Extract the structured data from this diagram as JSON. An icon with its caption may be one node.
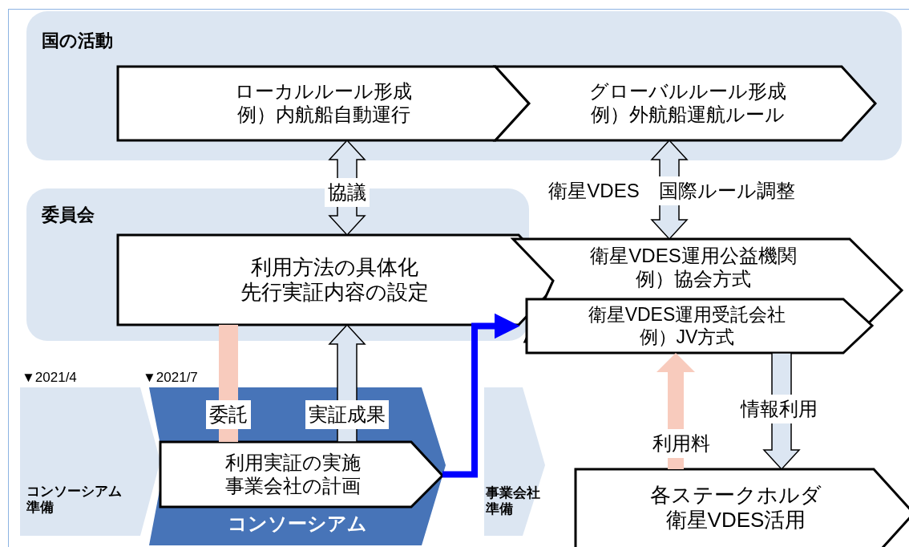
{
  "diagram": {
    "nodes": [
      {
        "text": [
          "国の活動"
        ]
      },
      {
        "text": [
          "ローカルルール形成",
          "例）内航船自動運行"
        ],
        "in": 0
      },
      {
        "text": [
          "グローバルルール形成",
          "例）外航船運航ルール"
        ],
        "in": 0
      },
      {
        "text": [
          "委員会"
        ]
      },
      {
        "text": [
          "利用方法の具体化",
          "先行実証内容の設定"
        ],
        "in": 3
      },
      {
        "text": [
          "衛星VDES運用公益機関",
          "例）協会方式"
        ]
      },
      {
        "text": [
          "衛星VDES運用受託会社",
          "例）JV方式"
        ]
      },
      {
        "text": [
          "コンソーシアム準備"
        ]
      },
      {
        "text": [
          "コンソーシアム"
        ]
      },
      {
        "text": [
          "利用実証の実施",
          "事業会社の計画"
        ],
        "in": 8
      },
      {
        "text": [
          "事業会社準備"
        ]
      },
      {
        "text": [
          "各ステークホルダ",
          "衛星VDES活用"
        ]
      }
    ],
    "edges": [
      {
        "from": 1,
        "to": 4,
        "arrow": "both",
        "label": "協議"
      },
      {
        "from": 2,
        "to": 5,
        "arrow": "both",
        "label": "衛星VDES　国際ルール調整"
      },
      {
        "from": 4,
        "to": 9,
        "arrow": "none",
        "label": "委託",
        "color": "#f8cbbd"
      },
      {
        "from": 9,
        "to": 4,
        "arrow": "to",
        "label": "実証成果"
      },
      {
        "from": 9,
        "to": 6,
        "arrow": "to",
        "color": "#0000ff"
      },
      {
        "from": 11,
        "to": 6,
        "arrow": "to",
        "label": "利用料",
        "color": "#f8cbbd"
      },
      {
        "from": 6,
        "to": 11,
        "arrow": "to",
        "label": "情報利用"
      }
    ],
    "labels": [
      "▼2021/4",
      "▼2021/7"
    ]
  }
}
